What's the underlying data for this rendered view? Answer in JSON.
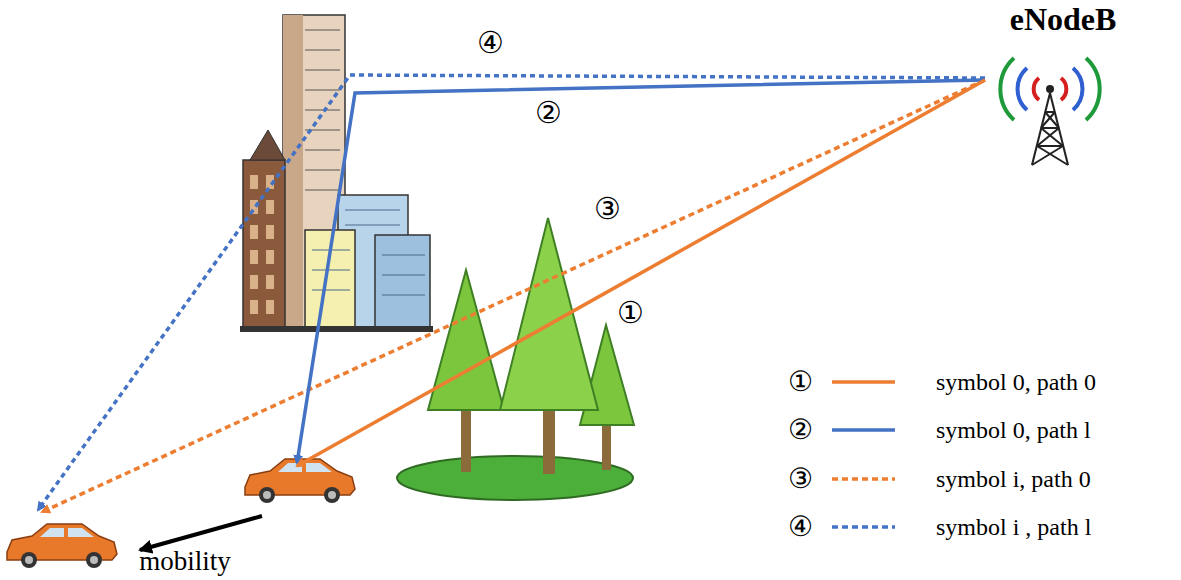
{
  "diagram": {
    "labels": [
      "eNodeB",
      "④",
      "②",
      "③",
      "①",
      "mobility",
      "①",
      "②",
      "③",
      "④"
    ],
    "legend": [
      {
        "text": "symbol 0, path 0"
      },
      {
        "text": "symbol 0, path l"
      },
      {
        "text": "symbol i, path 0"
      },
      {
        "text": "symbol i , path l"
      }
    ]
  }
}
